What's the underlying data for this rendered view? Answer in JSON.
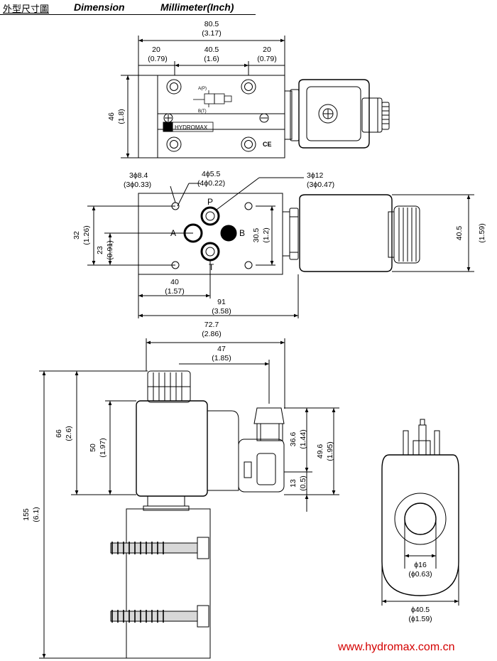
{
  "header": {
    "title_cn": "外型尺寸圖",
    "title_en": "Dimension",
    "unit": "Millimeter(Inch)"
  },
  "top_view": {
    "overall_mm": "80.5",
    "overall_in": "(3.17)",
    "left_mm": "20",
    "left_in": "(0.79)",
    "mid_mm": "40.5",
    "mid_in": "(1.6)",
    "right_mm": "20",
    "right_in": "(0.79)",
    "height_mm": "46",
    "height_in": "(1.8)",
    "symbol_a": "A(P)",
    "symbol_b": "B(T)",
    "brand": "HYDROMAX",
    "mark": "CE"
  },
  "port_view": {
    "hole1_mm": "3ϕ8.4",
    "hole1_in": "(3ϕ0.33)",
    "hole2_mm": "4ϕ5.5",
    "hole2_in": "(4ϕ0.22)",
    "hole3_mm": "3ϕ12",
    "hole3_in": "(3ϕ0.47)",
    "port_p": "P",
    "port_a": "A",
    "port_b": "B",
    "port_t": "T",
    "h32_mm": "32",
    "h32_in": "(1.26)",
    "h23_mm": "23",
    "h23_in": "(0.91)",
    "h305_mm": "30.5",
    "h305_in": "(1.2)",
    "w40_mm": "40",
    "w40_in": "(1.57)",
    "w91_mm": "91",
    "w91_in": "(3.58)",
    "coil_h_mm": "40.5",
    "coil_h_in": "(1.59)"
  },
  "side_view": {
    "w727_mm": "72.7",
    "w727_in": "(2.86)",
    "w47_mm": "47",
    "w47_in": "(1.85)",
    "h155_mm": "155",
    "h155_in": "(6.1)",
    "h66_mm": "66",
    "h66_in": "(2.6)",
    "h50_mm": "50",
    "h50_in": "(1.97)",
    "h366_mm": "36.6",
    "h366_in": "(1.44)",
    "h496_mm": "49.6",
    "h496_in": "(1.95)",
    "h13_mm": "13",
    "h13_in": "(0.5)"
  },
  "coil_view": {
    "bore_mm": "ϕ16",
    "bore_in": "(ϕ0.63)",
    "outer_mm": "ϕ40.5",
    "outer_in": "(ϕ1.59)"
  },
  "footer": {
    "website": "www.hydromax.com.cn"
  },
  "colors": {
    "line": "#000000",
    "website": "#d40000",
    "background": "#ffffff"
  }
}
